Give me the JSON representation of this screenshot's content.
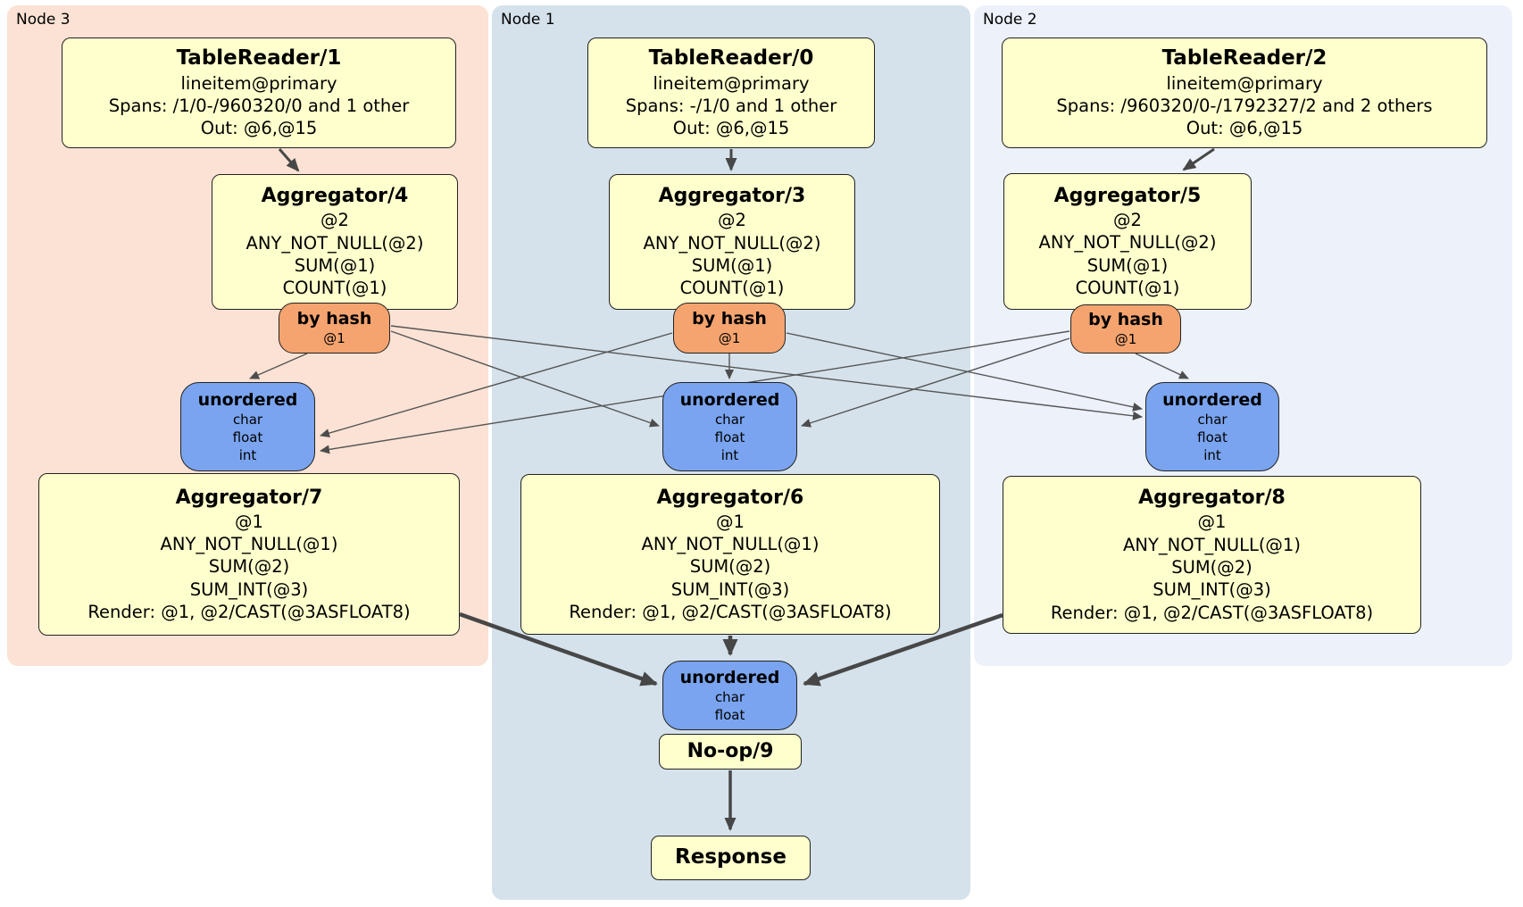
{
  "panels": {
    "node3": {
      "label": "Node 3",
      "color": "#fbe2d4"
    },
    "node1": {
      "label": "Node 1",
      "color": "#d5e2eb"
    },
    "node2": {
      "label": "Node 2",
      "color": "#ecf1fa"
    }
  },
  "colors": {
    "processor_fill": "#ffffcd",
    "router_fill": "#f5a46f",
    "sync_fill": "#7aa4ef",
    "edge": "#4d4d4d",
    "box_border": "#222222"
  },
  "boxes": {
    "tr1": {
      "title": "TableReader/1",
      "lines": [
        "lineitem@primary",
        "Spans: /1/0-/960320/0 and 1 other",
        "Out: @6,@15"
      ]
    },
    "tr0": {
      "title": "TableReader/0",
      "lines": [
        "lineitem@primary",
        "Spans: -/1/0 and 1 other",
        "Out: @6,@15"
      ]
    },
    "tr2": {
      "title": "TableReader/2",
      "lines": [
        "lineitem@primary",
        "Spans: /960320/0-/1792327/2 and 2 others",
        "Out: @6,@15"
      ]
    },
    "agg4": {
      "title": "Aggregator/4",
      "lines": [
        "@2",
        "ANY_NOT_NULL(@2)",
        "SUM(@1)",
        "COUNT(@1)"
      ]
    },
    "agg3": {
      "title": "Aggregator/3",
      "lines": [
        "@2",
        "ANY_NOT_NULL(@2)",
        "SUM(@1)",
        "COUNT(@1)"
      ]
    },
    "agg5": {
      "title": "Aggregator/5",
      "lines": [
        "@2",
        "ANY_NOT_NULL(@2)",
        "SUM(@1)",
        "COUNT(@1)"
      ]
    },
    "hash4": {
      "title": "by hash",
      "lines": [
        "@1"
      ]
    },
    "hash3": {
      "title": "by hash",
      "lines": [
        "@1"
      ]
    },
    "hash5": {
      "title": "by hash",
      "lines": [
        "@1"
      ]
    },
    "un7": {
      "title": "unordered",
      "lines": [
        "char",
        "float",
        "int"
      ]
    },
    "un6": {
      "title": "unordered",
      "lines": [
        "char",
        "float",
        "int"
      ]
    },
    "un8": {
      "title": "unordered",
      "lines": [
        "char",
        "float",
        "int"
      ]
    },
    "agg7": {
      "title": "Aggregator/7",
      "lines": [
        "@1",
        "ANY_NOT_NULL(@1)",
        "SUM(@2)",
        "SUM_INT(@3)",
        "Render: @1, @2/CAST(@3ASFLOAT8)"
      ]
    },
    "agg6": {
      "title": "Aggregator/6",
      "lines": [
        "@1",
        "ANY_NOT_NULL(@1)",
        "SUM(@2)",
        "SUM_INT(@3)",
        "Render: @1, @2/CAST(@3ASFLOAT8)"
      ]
    },
    "agg8": {
      "title": "Aggregator/8",
      "lines": [
        "@1",
        "ANY_NOT_NULL(@1)",
        "SUM(@2)",
        "SUM_INT(@3)",
        "Render: @1, @2/CAST(@3ASFLOAT8)"
      ]
    },
    "unfinal": {
      "title": "unordered",
      "lines": [
        "char",
        "float"
      ]
    },
    "noop": {
      "title": "No-op/9"
    },
    "response": {
      "title": "Response"
    }
  }
}
